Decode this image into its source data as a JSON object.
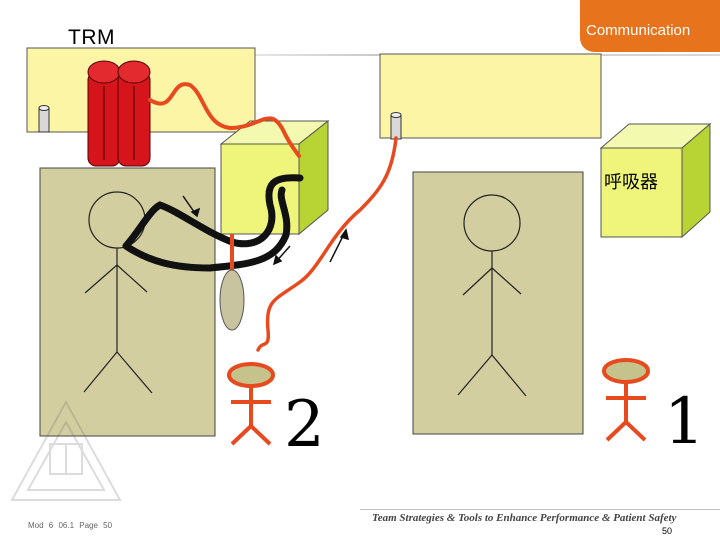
{
  "header": {
    "title": "TRM",
    "section": "Communication"
  },
  "diagram": {
    "device_label": "呼吸器",
    "staff_numbers": [
      "2",
      "1"
    ]
  },
  "footer": {
    "module_ref": "Mod 6 06.1  Page 50",
    "program_title": "Team Strategies & Tools to Enhance Performance & Patient Safety",
    "page_number": "50"
  },
  "colors": {
    "accent": "#e8731d",
    "panel": "#fdf5a6",
    "bed": "#d3cea0",
    "box_front": "#eef57a",
    "box_side": "#b7d434",
    "tube_red": "#e84a1f",
    "cylinder": "#d5141b"
  }
}
